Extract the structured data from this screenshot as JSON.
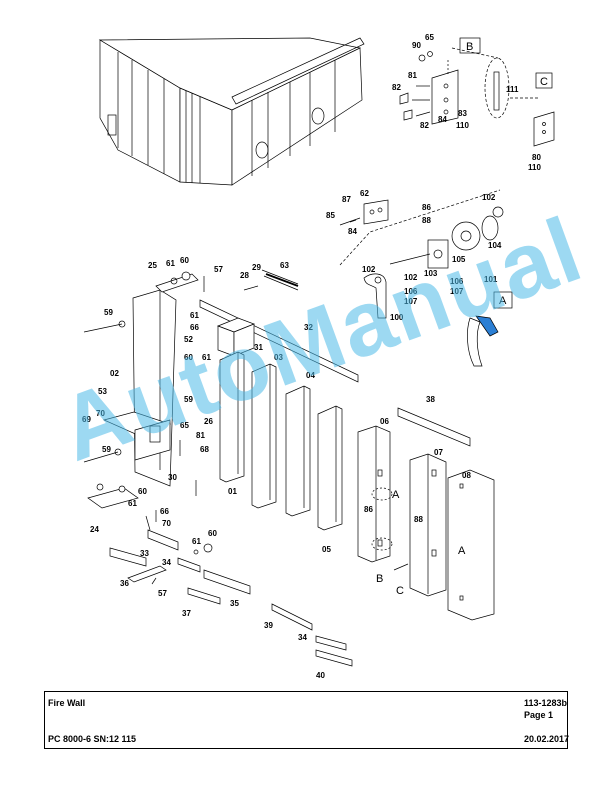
{
  "title_block": {
    "title": "Fire Wall",
    "doc_number": "113-1283b",
    "page": "Page 1",
    "machine": "PC 8000-6 SN:12 115",
    "date": "20.02.2017"
  },
  "watermark": "AutoManual",
  "detail_labels": [
    "A",
    "B",
    "C"
  ],
  "callouts": {
    "c65": "65",
    "c90": "90",
    "c81": "81",
    "c82a": "82",
    "c82b": "82",
    "c83": "83",
    "c84a": "84",
    "c110a": "110",
    "c111": "111",
    "c80": "80",
    "c110b": "110",
    "c87": "87",
    "c62": "62",
    "c85": "85",
    "c84b": "84",
    "c86a": "86",
    "c88a": "88",
    "c102a": "102",
    "c104": "104",
    "c105": "105",
    "c103": "103",
    "c102b": "102",
    "c102c": "102",
    "c106a": "106",
    "c107a": "107",
    "c106b": "106",
    "c107b": "107",
    "c101": "101",
    "c100": "100",
    "c25": "25",
    "c61a": "61",
    "c60a": "60",
    "c57a": "57",
    "c28": "28",
    "c29": "29",
    "c63": "63",
    "c59a": "59",
    "c61b": "61",
    "c66a": "66",
    "c52": "52",
    "c32": "32",
    "c31": "31",
    "c60b": "60",
    "c61c": "61",
    "c02": "02",
    "c04": "04",
    "c59b": "59",
    "c53": "53",
    "c26": "26",
    "c03": "03",
    "c38": "38",
    "c06": "06",
    "c69": "69",
    "c70a": "70",
    "c65b": "65",
    "c81b": "81",
    "c68": "68",
    "c59c": "59",
    "c07": "07",
    "c08": "08",
    "c30": "30",
    "c01": "01",
    "c60c": "60",
    "c61d": "61",
    "c86b": "86",
    "c88b": "88",
    "c66b": "66",
    "c70b": "70",
    "c24": "24",
    "c61e": "61",
    "c60d": "60",
    "c33": "33",
    "c05": "05",
    "c34a": "34",
    "c36": "36",
    "c57b": "57",
    "c35": "35",
    "c37": "37",
    "c39": "39",
    "c34b": "34",
    "c40": "40"
  }
}
